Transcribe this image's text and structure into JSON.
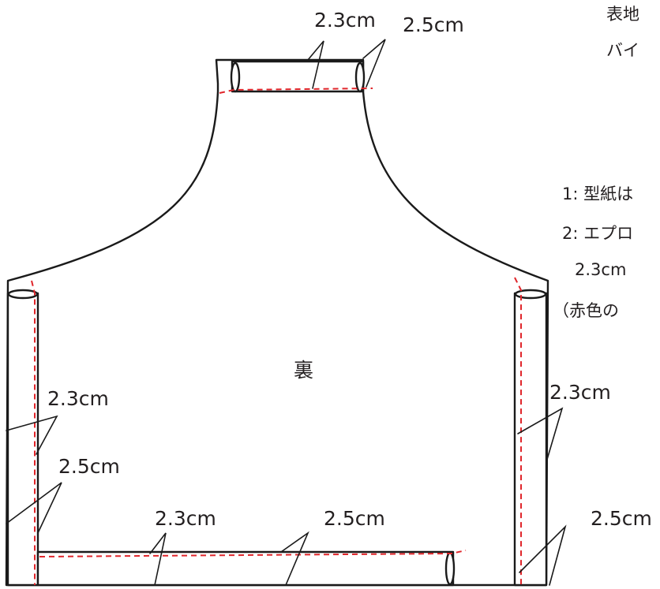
{
  "diagram": {
    "center_label": "裏",
    "dimensions": {
      "neck_inner": "2.3cm",
      "neck_outer": "2.5cm",
      "left_inner": "2.3cm",
      "left_outer": "2.5cm",
      "bottom_inner": "2.3cm",
      "bottom_outer": "2.5cm",
      "right_inner": "2.3cm",
      "right_outer": "2.5cm"
    },
    "colors": {
      "outline": "#1a1a1a",
      "stitch_line": "#e0262b",
      "text": "#231f20"
    }
  },
  "notes": {
    "line1": "表地",
    "line2": "バイ",
    "step1": "1: 型紙は",
    "step2": "2: エプロ",
    "step2_cont": "2.3cm",
    "remark": "（赤色の"
  }
}
